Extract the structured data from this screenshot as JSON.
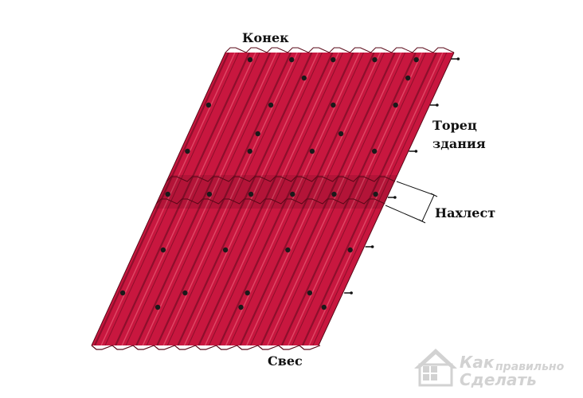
{
  "labels": {
    "ridge": "Конек",
    "gable_line1": "Торец",
    "gable_line2": "здания",
    "overlap": "Нахлест",
    "eaves": "Свес"
  },
  "watermark": {
    "line1": "Как",
    "line2": "правильно",
    "line3": "Сделать"
  },
  "colors": {
    "sheet": "#c8173f",
    "sheet_dark": "#8e0f2c",
    "sheet_light": "#e04866",
    "screw": "#1a1a1a",
    "watermark": "#d2d2d2"
  },
  "icons": {
    "watermark_logo": "house-window-icon"
  }
}
